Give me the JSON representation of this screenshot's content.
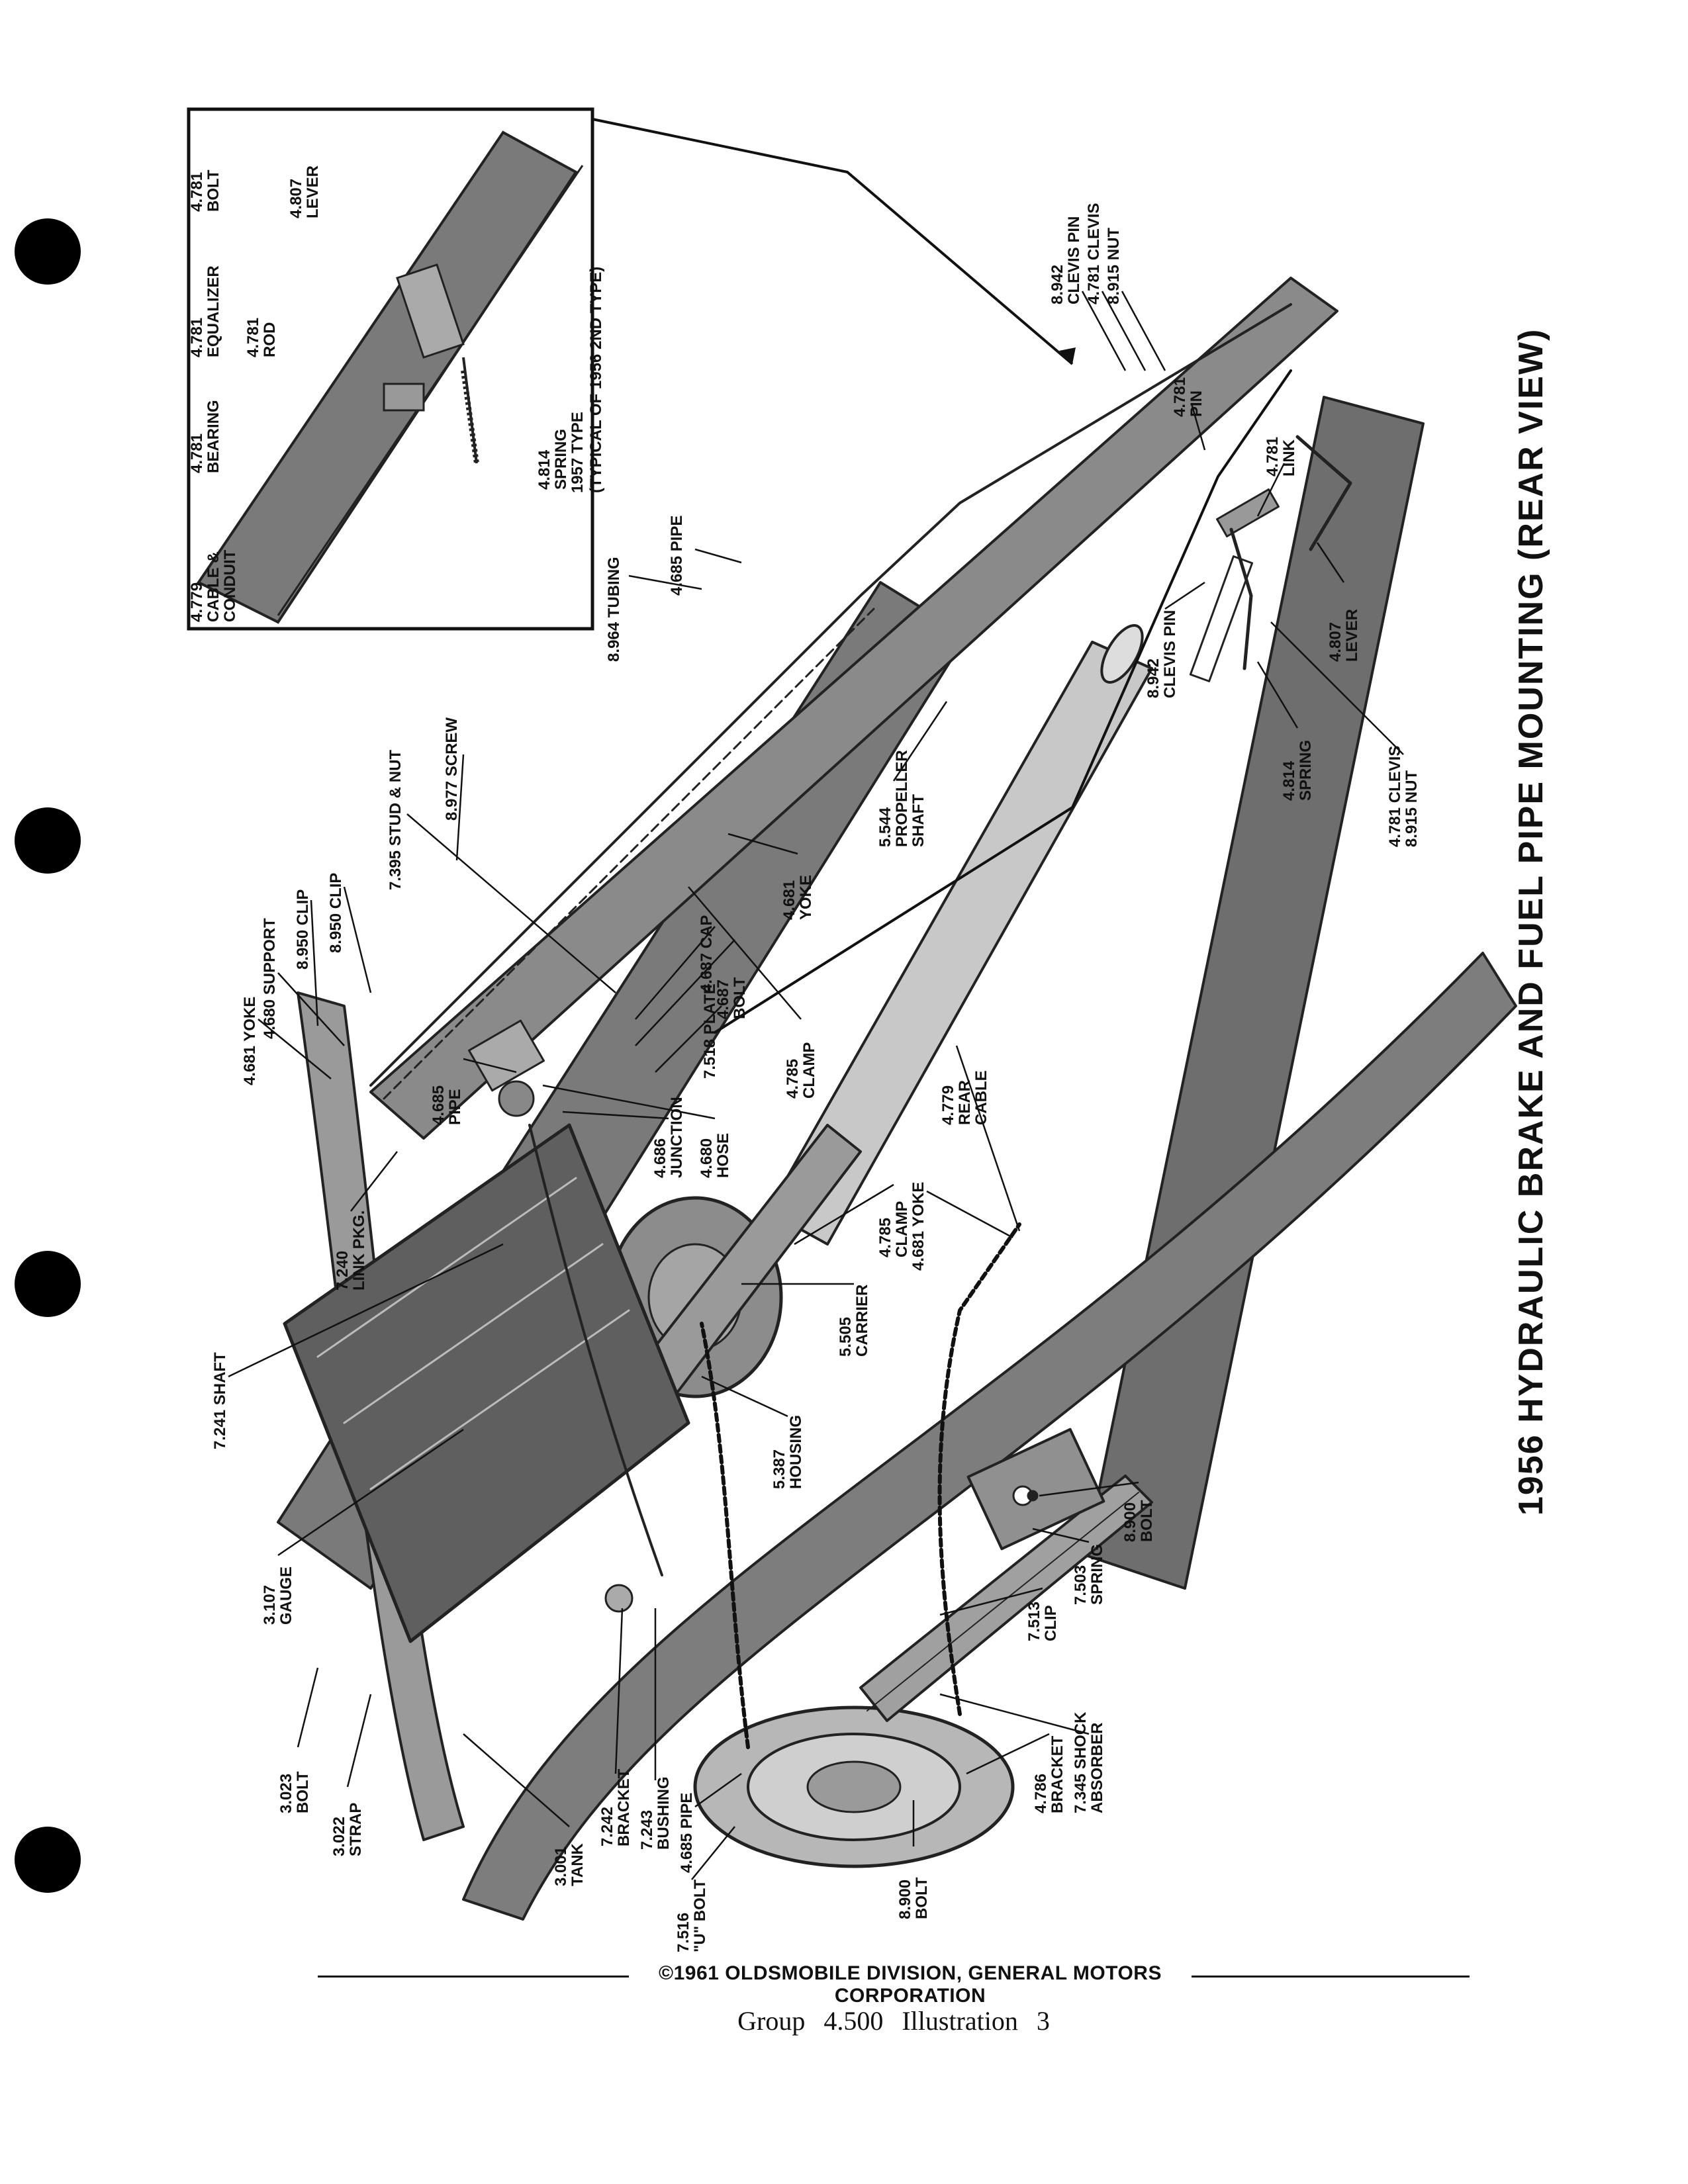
{
  "title": "1956 HYDRAULIC BRAKE AND FUEL PIPE MOUNTING (REAR VIEW)",
  "inset_caption": {
    "line1": "1957 TYPE",
    "line2": "(TYPICAL OF 1956 2ND TYPE)"
  },
  "inset_labels": [
    {
      "num": "4.781",
      "name": "BOLT"
    },
    {
      "num": "4.807",
      "name": "LEVER"
    },
    {
      "num": "4.781",
      "name": "EQUALIZER"
    },
    {
      "num": "4.781",
      "name": "ROD"
    },
    {
      "num": "4.781",
      "name": "BEARING"
    },
    {
      "num": "4.779",
      "name": "CABLE &",
      "name2": "CONDUIT"
    },
    {
      "num": "4.814",
      "name": "SPRING"
    }
  ],
  "labels": [
    {
      "num": "8.964",
      "name": "TUBING"
    },
    {
      "num": "4.685",
      "name": "PIPE"
    },
    {
      "num": "8.942",
      "name": "CLEVIS PIN"
    },
    {
      "num": "4.781",
      "name": "CLEVIS"
    },
    {
      "num": "8.915",
      "name": "NUT"
    },
    {
      "num": "4.781",
      "name": "PIN"
    },
    {
      "num": "4.781",
      "name": "LINK"
    },
    {
      "num": "4.807",
      "name": "LEVER"
    },
    {
      "num": "8.942",
      "name": "CLEVIS PIN"
    },
    {
      "num": "4.814",
      "name": "SPRING"
    },
    {
      "num": "4.781",
      "name": "CLEVIS"
    },
    {
      "num": "8.915",
      "name": "NUT"
    },
    {
      "num": "7.395",
      "name": "STUD & NUT"
    },
    {
      "num": "8.977",
      "name": "SCREW"
    },
    {
      "num": "8.950",
      "name": "CLIP"
    },
    {
      "num": "8.950",
      "name": "CLIP"
    },
    {
      "num": "4.680",
      "name": "SUPPORT"
    },
    {
      "num": "4.681",
      "name": "YOKE"
    },
    {
      "num": "4.685",
      "name": "PIPE"
    },
    {
      "num": "4.687",
      "name": "CAP"
    },
    {
      "num": "4.687",
      "name": "BOLT"
    },
    {
      "num": "7.518",
      "name": "PLATE"
    },
    {
      "num": "4.686",
      "name": "JUNCTION"
    },
    {
      "num": "4.680",
      "name": "HOSE"
    },
    {
      "num": "4.785",
      "name": "CLAMP"
    },
    {
      "num": "4.681",
      "name": "YOKE"
    },
    {
      "num": "5.544",
      "name": "PROPELLER",
      "name2": "SHAFT"
    },
    {
      "num": "4.779",
      "name": "REAR",
      "name2": "CABLE"
    },
    {
      "num": "7.240",
      "name": "LINK PKG."
    },
    {
      "num": "7.241",
      "name": "SHAFT"
    },
    {
      "num": "4.785",
      "name": "CLAMP"
    },
    {
      "num": "4.681",
      "name": "YOKE"
    },
    {
      "num": "5.505",
      "name": "CARRIER"
    },
    {
      "num": "5.387",
      "name": "HOUSING"
    },
    {
      "num": "3.107",
      "name": "GAUGE"
    },
    {
      "num": "8.900",
      "name": "BOLT"
    },
    {
      "num": "7.503",
      "name": "SPRING"
    },
    {
      "num": "7.513",
      "name": "CLIP"
    },
    {
      "num": "4.786",
      "name": "BRACKET"
    },
    {
      "num": "7.345",
      "name": "SHOCK",
      "name2": "ABSORBER"
    },
    {
      "num": "3.023",
      "name": "BOLT"
    },
    {
      "num": "3.022",
      "name": "STRAP"
    },
    {
      "num": "3.001",
      "name": "TANK"
    },
    {
      "num": "7.242",
      "name": "BRACKET"
    },
    {
      "num": "7.243",
      "name": "BUSHING"
    },
    {
      "num": "4.685",
      "name": "PIPE"
    },
    {
      "num": "7.516",
      "name": "\"U\" BOLT"
    },
    {
      "num": "8.900",
      "name": "BOLT"
    }
  ],
  "footer": {
    "copyright": "©1961 OLDSMOBILE DIVISION, GENERAL MOTORS CORPORATION",
    "group": "Group 4.500 Illustration 3"
  }
}
